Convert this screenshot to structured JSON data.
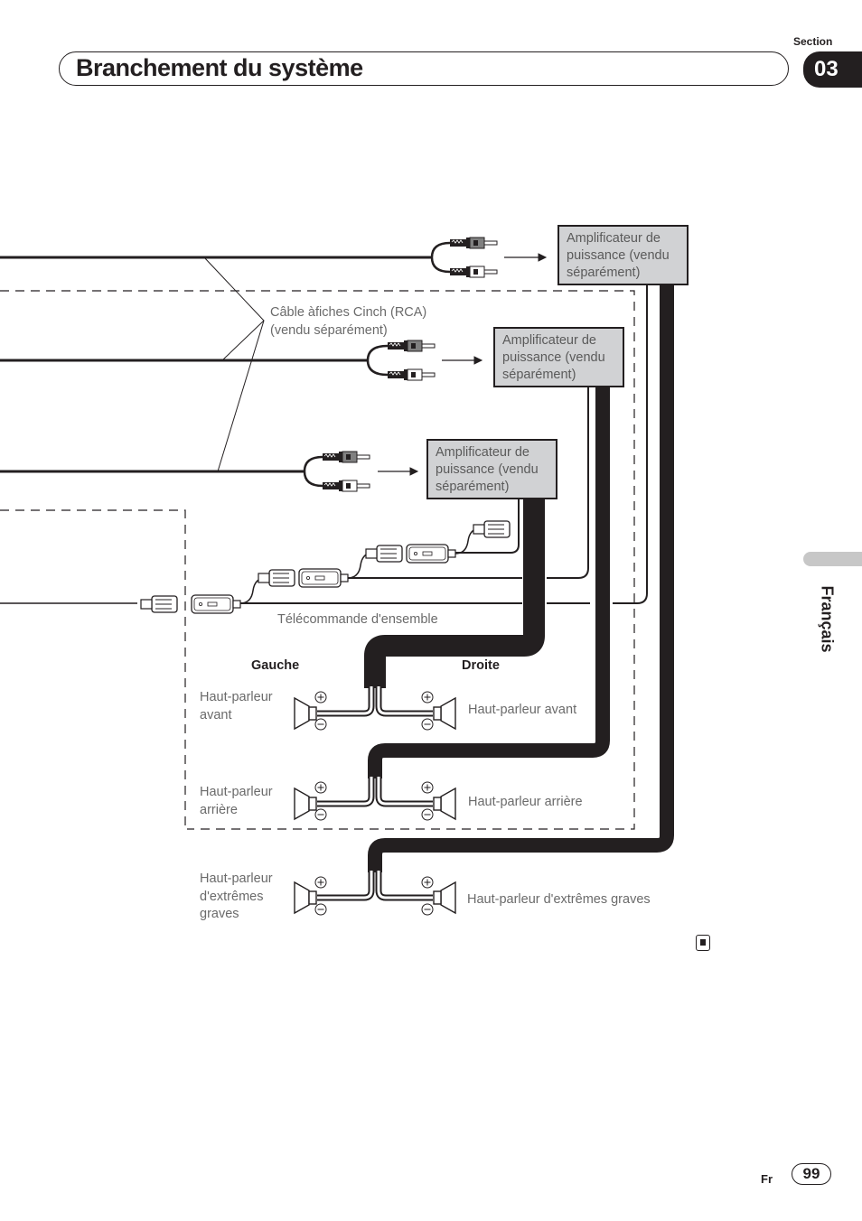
{
  "header": {
    "title": "Branchement du système",
    "section_label": "Section",
    "section_number": "03"
  },
  "side_tab": {
    "language": "Français"
  },
  "footer": {
    "language_code": "Fr",
    "page_number": "99"
  },
  "diagram": {
    "rca_cable_label": "Câble àfiches Cinch (RCA)\n(vendu séparément)",
    "amplifiers": [
      {
        "label": "Amplificateur de\npuissance (vendu\nséparément)"
      },
      {
        "label": "Amplificateur de\npuissance (vendu\nséparément)"
      },
      {
        "label": "Amplificateur de\npuissance (vendu\nséparément)"
      }
    ],
    "remote_label": "Télécommande d'ensemble",
    "left_heading": "Gauche",
    "right_heading": "Droite",
    "speakers": {
      "front_left": "Haut-parleur\navant",
      "front_right": "Haut-parleur avant",
      "rear_left": "Haut-parleur\narrière",
      "rear_right": "Haut-parleur arrière",
      "sub_left": "Haut-parleur\nd'extrêmes\ngraves",
      "sub_right": "Haut-parleur d'extrêmes graves"
    },
    "polarity": {
      "plus": "+",
      "minus": "−"
    }
  },
  "icons": {
    "end_mark": "end-of-section-icon"
  }
}
